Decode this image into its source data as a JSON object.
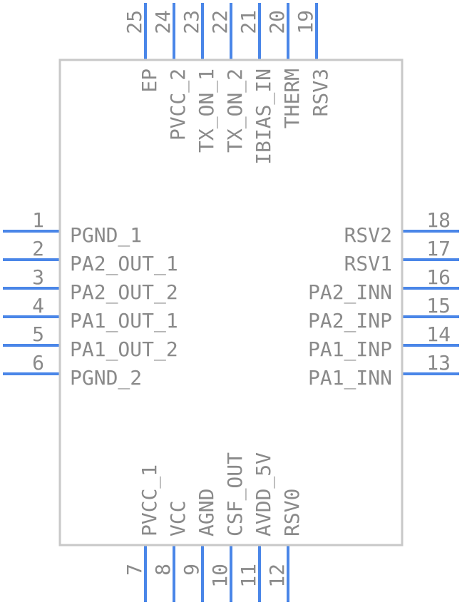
{
  "colors": {
    "pin": "#4a86e8",
    "body": "#c8c8c8",
    "text": "#8a8a8a",
    "background": "#ffffff"
  },
  "pins": {
    "left": [
      {
        "number": "1",
        "name": "PGND_1"
      },
      {
        "number": "2",
        "name": "PA2_OUT_1"
      },
      {
        "number": "3",
        "name": "PA2_OUT_2"
      },
      {
        "number": "4",
        "name": "PA1_OUT_1"
      },
      {
        "number": "5",
        "name": "PA1_OUT_2"
      },
      {
        "number": "6",
        "name": "PGND_2"
      }
    ],
    "bottom": [
      {
        "number": "7",
        "name": "PVCC_1"
      },
      {
        "number": "8",
        "name": "VCC"
      },
      {
        "number": "9",
        "name": "AGND"
      },
      {
        "number": "10",
        "name": "CSF_OUT"
      },
      {
        "number": "11",
        "name": "AVDD_5V"
      },
      {
        "number": "12",
        "name": "RSV0"
      }
    ],
    "right": [
      {
        "number": "13",
        "name": "PA1_INN"
      },
      {
        "number": "14",
        "name": "PA1_INP"
      },
      {
        "number": "15",
        "name": "PA2_INP"
      },
      {
        "number": "16",
        "name": "PA2_INN"
      },
      {
        "number": "17",
        "name": "RSV1"
      },
      {
        "number": "18",
        "name": "RSV2"
      }
    ],
    "top": [
      {
        "number": "19",
        "name": "RSV3"
      },
      {
        "number": "20",
        "name": "THERM"
      },
      {
        "number": "21",
        "name": "IBIAS_IN"
      },
      {
        "number": "22",
        "name": "TX_ON_2"
      },
      {
        "number": "23",
        "name": "TX_ON_1"
      },
      {
        "number": "24",
        "name": "PVCC_2"
      },
      {
        "number": "25",
        "name": "EP"
      }
    ]
  }
}
